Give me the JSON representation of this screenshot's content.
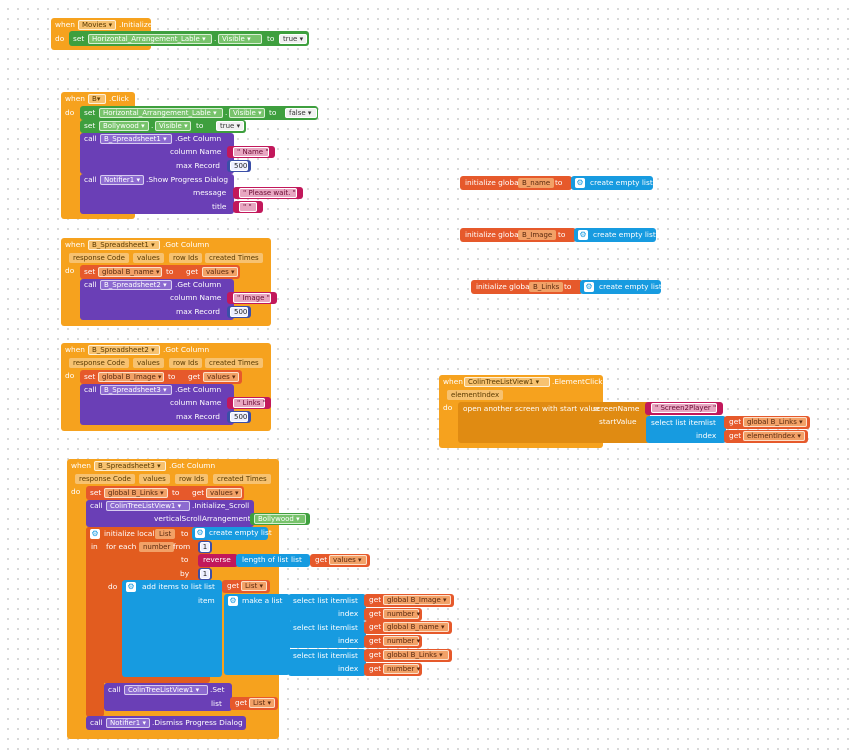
{
  "kw": {
    "when": "when",
    "do": "do",
    "set": "set",
    "to": "to",
    "call": "call",
    "get": "get",
    "in": "in",
    "for_each": "for each",
    "from": "from",
    "by": "by",
    "item": "item",
    "index": "index",
    "list": "list",
    "reverse": "reverse",
    "length_of_list": "length of list",
    "list_arg": "list",
    "add_items": "add items to list",
    "make_list": "make a list",
    "select_item": "select list item",
    "create_empty": "create empty list",
    "init_global": "initialize global",
    "init_local": "initialize local",
    "column_name": "column Name",
    "max_record": "max Record",
    "message": "message",
    "title": "title",
    "dot": ".",
    "vsa": "verticalScrollArrangement",
    "open_screen": "open another screen with start value",
    "screen_name": "screenName",
    "start_value": "startValue",
    "arrow": "▾"
  },
  "components": {
    "movies": "Movies",
    "initialize": ".Initialize",
    "horiz": "Horizontal_Arrangement_Lable",
    "visible": "Visible",
    "b": "B",
    "click": ".Click",
    "bollywood": "Bollywood",
    "sheet1": "B_Spreadsheet1",
    "sheet2": "B_Spreadsheet2",
    "sheet3": "B_Spreadsheet3",
    "get_column": ".Get Column",
    "got_column": ".Got Column",
    "notifier": "Notifier1",
    "show_progress": ".Show Progress Dialog",
    "dismiss_progress": ".Dismiss Progress Dialog",
    "tree": "ColinTreeListView1",
    "init_scroll": ".Initialize_Scroll",
    "set_method": ".Set",
    "element_click": ".ElementClick"
  },
  "params": {
    "response_code": "response Code",
    "values": "values",
    "row_ids": "row Ids",
    "created_times": "created Times",
    "element_index": "elementIndex"
  },
  "vars": {
    "g_b_name": "global B_name",
    "g_b_image": "global B_Image",
    "g_b_links": "global B_Links",
    "b_name": "B_name",
    "b_image": "B_Image",
    "b_links": "B_Links",
    "local_list": "List",
    "number": "number"
  },
  "literals": {
    "true": "true",
    "false": "false",
    "name": "Name",
    "image": "Image",
    "links": "Links",
    "please_wait": "Please wait.",
    "empty": "",
    "n500": "500",
    "n1": "1",
    "screen2": "Screen2Player"
  },
  "colors": {
    "event": "#f6a21e",
    "set": "#3e9f3e",
    "procedure": "#6a3fb6",
    "variable": "#e6592b",
    "list": "#179be0",
    "text": "#c2185b",
    "number": "#3b4fa8"
  },
  "icons": [
    "dropdown-arrow-icon",
    "mutator-gear-icon"
  ]
}
